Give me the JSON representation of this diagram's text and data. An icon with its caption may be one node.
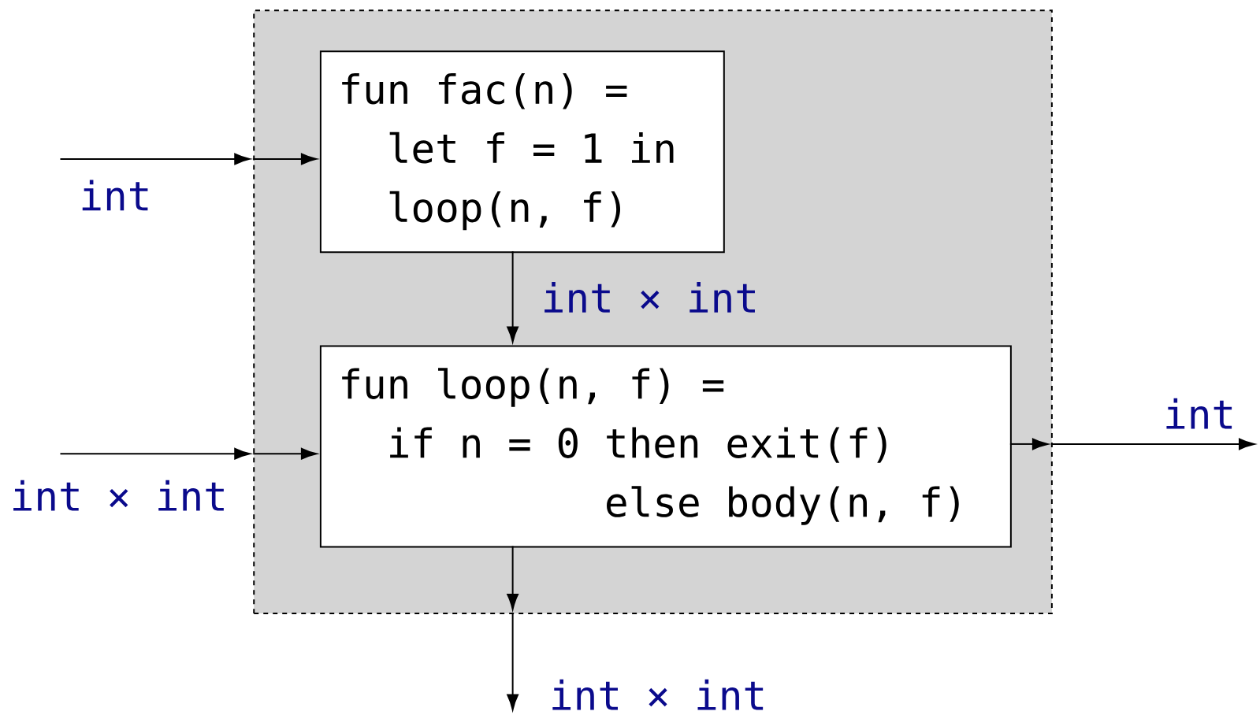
{
  "diagram": {
    "nodes": [
      {
        "text": [],
        "shape": "box"
      },
      {
        "text": [
          "fun fac(n) =",
          "let f = 1 in",
          "loop(n, f)"
        ],
        "in": 0
      },
      {
        "text": [
          "fun loop(n, f) =",
          "if n = 0 then exit(f)",
          "else body(n, f)"
        ],
        "in": 0
      }
    ],
    "edges": [
      {
        "from": null,
        "to": 1,
        "arrow": "to",
        "label": "int"
      },
      {
        "from": 1,
        "to": 2,
        "arrow": "to",
        "label": "int × int"
      },
      {
        "from": null,
        "to": 2,
        "arrow": "to",
        "label": "int × int"
      },
      {
        "from": 2,
        "to": null,
        "arrow": "to",
        "label": "int"
      },
      {
        "from": 2,
        "to": null,
        "arrow": "to",
        "label": "int × int"
      }
    ]
  }
}
